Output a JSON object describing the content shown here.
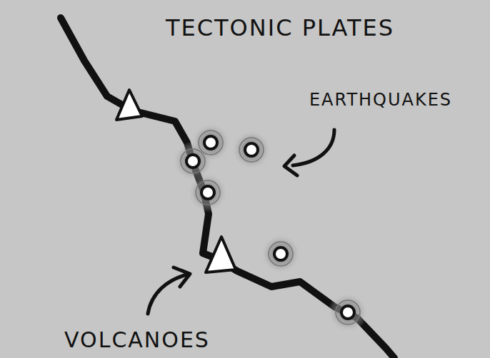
{
  "diagram": {
    "title": "TECTONIC PLATES",
    "labels": [
      "EARTHQUAKES",
      "VOLCANOES"
    ]
  }
}
